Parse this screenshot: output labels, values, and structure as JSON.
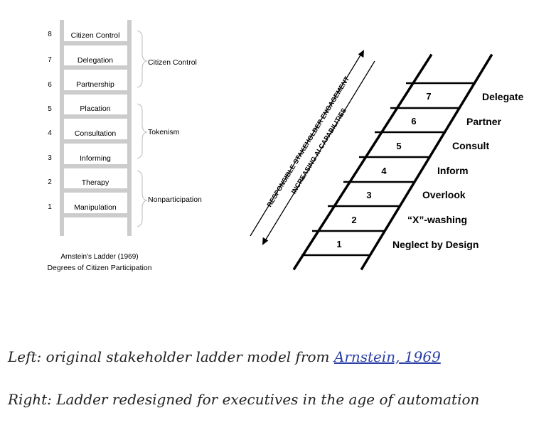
{
  "left": {
    "rungs": [
      {
        "num": "8",
        "label": "Citizen Control"
      },
      {
        "num": "7",
        "label": "Delegation"
      },
      {
        "num": "6",
        "label": "Partnership"
      },
      {
        "num": "5",
        "label": "Placation"
      },
      {
        "num": "4",
        "label": "Consultation"
      },
      {
        "num": "3",
        "label": "Informing"
      },
      {
        "num": "2",
        "label": "Therapy"
      },
      {
        "num": "1",
        "label": "Manipulation"
      }
    ],
    "groups": [
      "Citizen Control",
      "Tokenism",
      "Nonparticipation"
    ],
    "title": "Arnstein's Ladder (1969)",
    "subtitle": "Degrees of Citizen Participation"
  },
  "right": {
    "rungs": [
      {
        "num": "7",
        "label": "Delegate"
      },
      {
        "num": "6",
        "label": "Partner"
      },
      {
        "num": "5",
        "label": "Consult"
      },
      {
        "num": "4",
        "label": "Inform"
      },
      {
        "num": "3",
        "label": "Overlook"
      },
      {
        "num": "2",
        "label": "“X”-washing"
      },
      {
        "num": "1",
        "label": "Neglect by Design"
      }
    ],
    "arrow_up_label": "RESPONSIBLE STAKEHOLDER ENGAGEMENT",
    "arrow_down_label": "INCREASING AI CAPABILITIES"
  },
  "captions": {
    "line1_prefix": "Left: original stakeholder ladder model from ",
    "line1_link": "Arnstein, 1969",
    "line2": "Right: Ladder redesigned for executives in the age of automation"
  },
  "colors": {
    "left_ladder": "#cccccc",
    "ink": "#000000",
    "link": "#2a3fa8"
  }
}
